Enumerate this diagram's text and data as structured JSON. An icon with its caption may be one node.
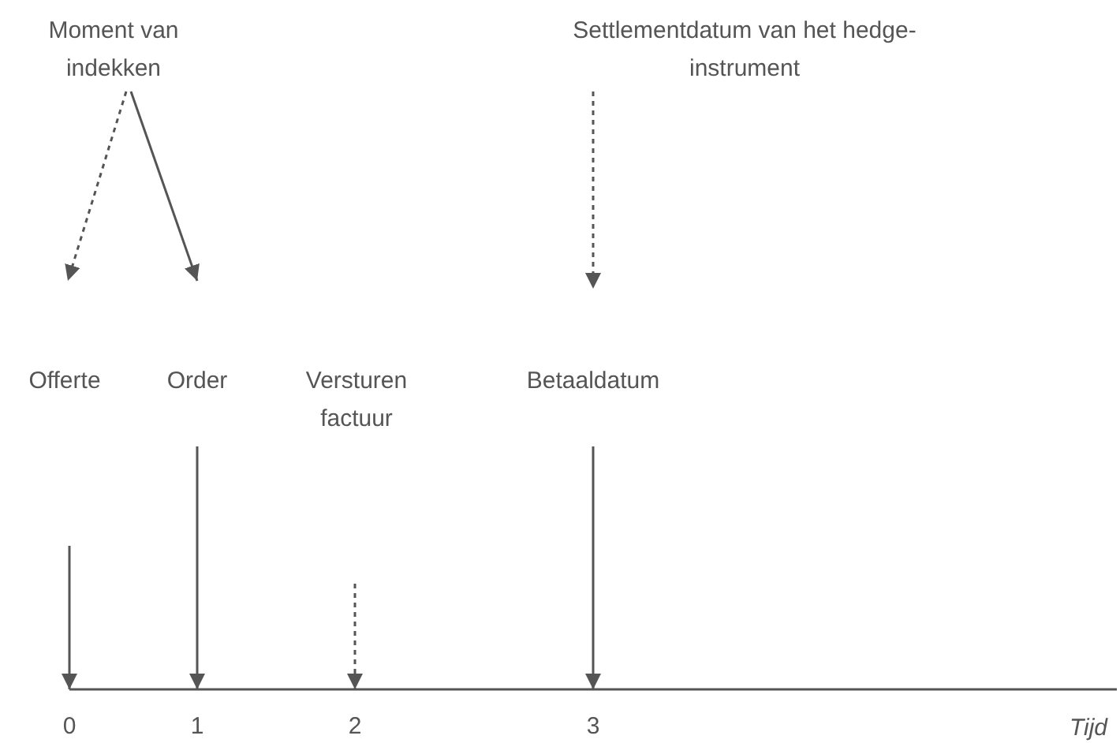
{
  "diagram": {
    "nodes": [
      {
        "text": [
          "Moment van indekken"
        ]
      },
      {
        "text": [
          "Settlementdatum van het hedge-instrument"
        ]
      },
      {
        "text": [
          "Offerte"
        ]
      },
      {
        "text": [
          "Order"
        ]
      },
      {
        "text": [
          "Betaaldatum"
        ]
      },
      {
        "text": [
          "0"
        ]
      },
      {
        "text": [
          "1"
        ]
      },
      {
        "text": [
          "2"
        ]
      },
      {
        "text": [
          "3"
        ]
      }
    ],
    "edges": [
      {
        "from": 0,
        "to": 2,
        "arrow": "to",
        "style": "dashed"
      },
      {
        "from": 0,
        "to": 3,
        "arrow": "to"
      },
      {
        "from": 1,
        "to": 4,
        "arrow": "to",
        "style": "dashed"
      },
      {
        "from": null,
        "to": 5,
        "arrow": "to"
      },
      {
        "from": 3,
        "to": 6,
        "arrow": "to"
      },
      {
        "from": null,
        "to": 7,
        "arrow": "to",
        "style": "dashed"
      },
      {
        "from": 4,
        "to": 8,
        "arrow": "to"
      }
    ],
    "labels": [
      "Versturen factuur",
      "Tijd"
    ]
  }
}
